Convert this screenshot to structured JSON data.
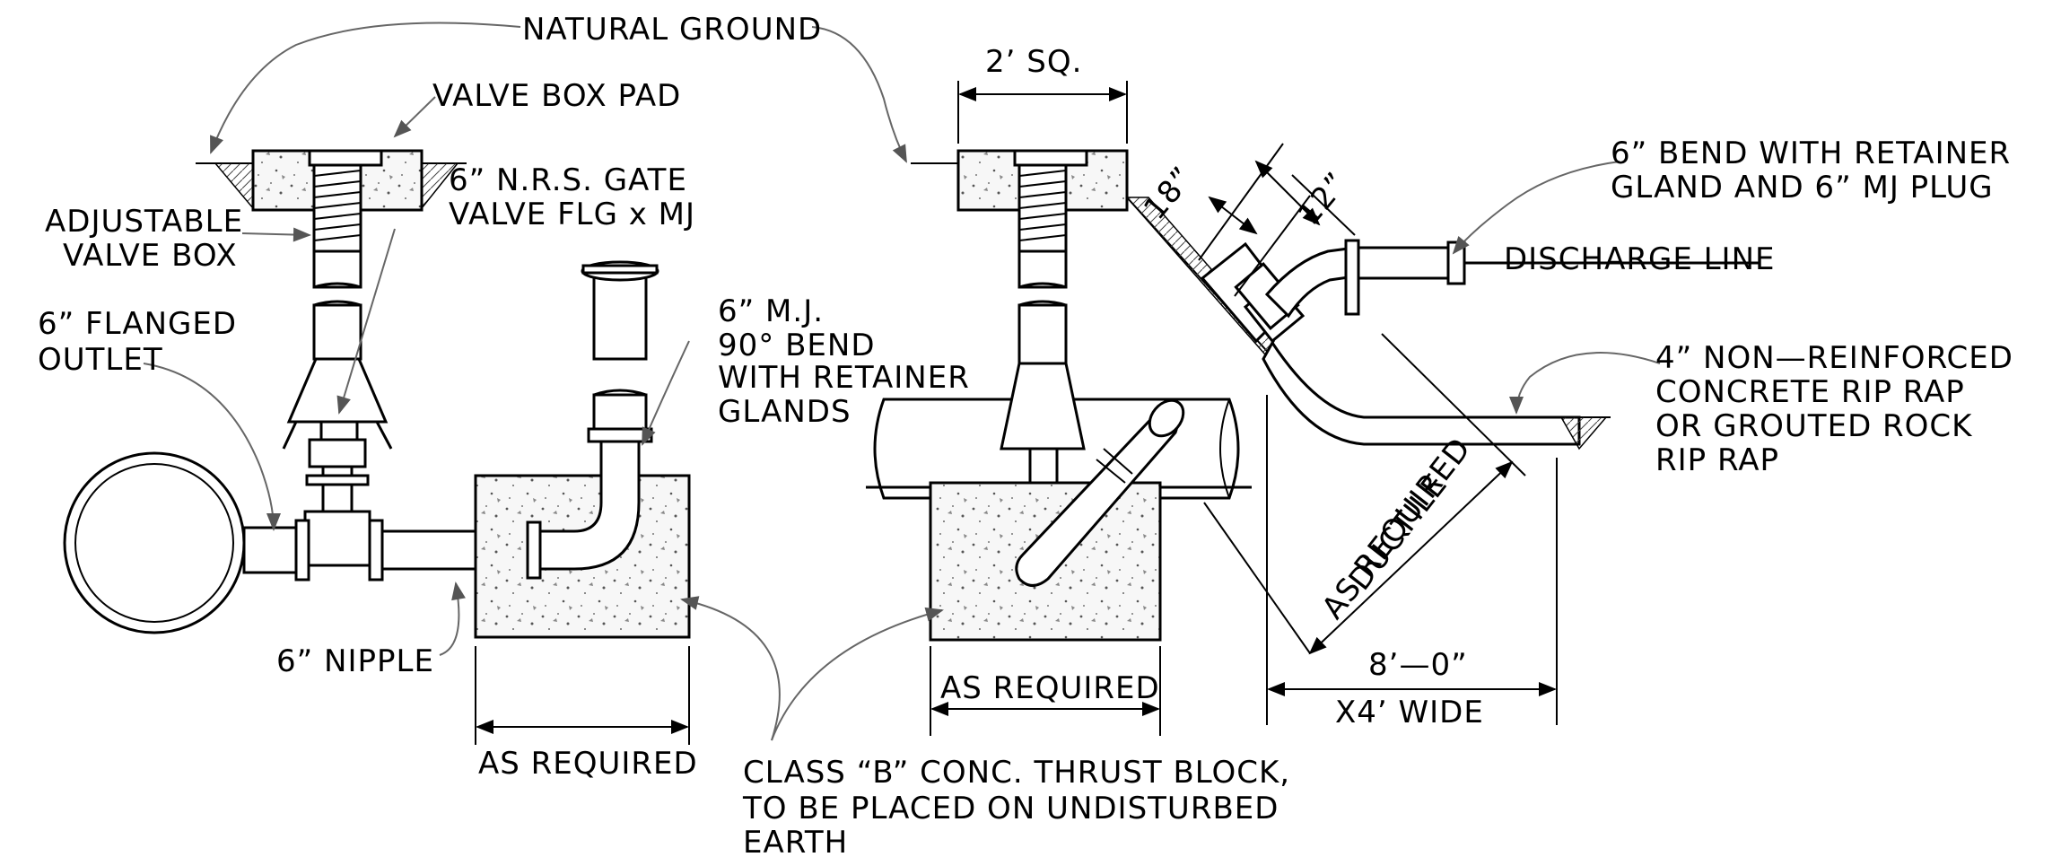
{
  "labels": {
    "natural_ground": "NATURAL GROUND",
    "valve_box_pad": "VALVE BOX PAD",
    "adjustable_1": "ADJUSTABLE",
    "adjustable_2": "VALVE BOX",
    "gate_valve_1": "6” N.R.S. GATE",
    "gate_valve_2": "VALVE FLG x MJ",
    "flanged_outlet_1": "6” FLANGED",
    "flanged_outlet_2": "OUTLET",
    "mj_bend_1": "6” M.J.",
    "mj_bend_2": "90° BEND",
    "mj_bend_3": "WITH RETAINER",
    "mj_bend_4": "GLANDS",
    "nipple": "6” NIPPLE",
    "as_required_left": "AS REQUIRED",
    "two_sq": "2’ SQ.",
    "eighteen": "18”",
    "twelve": "12”",
    "bend_retainer_1": "6”  BEND WITH RETAINER",
    "bend_retainer_2": "GLAND AND 6” MJ PLUG",
    "discharge_line": "DISCHARGE LINE",
    "riprap_1": "4” NON—REINFORCED",
    "riprap_2": "CONCRETE RIP RAP",
    "riprap_3": "OR GROUTED ROCK",
    "riprap_4": "RIP RAP",
    "ductile_1": "DUCTILE",
    "ductile_2": "AS REQUIRED",
    "eight_ft": "8’—0”",
    "four_wide": "X4’ WIDE",
    "as_required_mid": "AS REQUIRED",
    "thrust_1": "CLASS “B” CONC. THRUST BLOCK,",
    "thrust_2": "TO BE PLACED ON UNDISTURBED",
    "thrust_3": "EARTH"
  }
}
